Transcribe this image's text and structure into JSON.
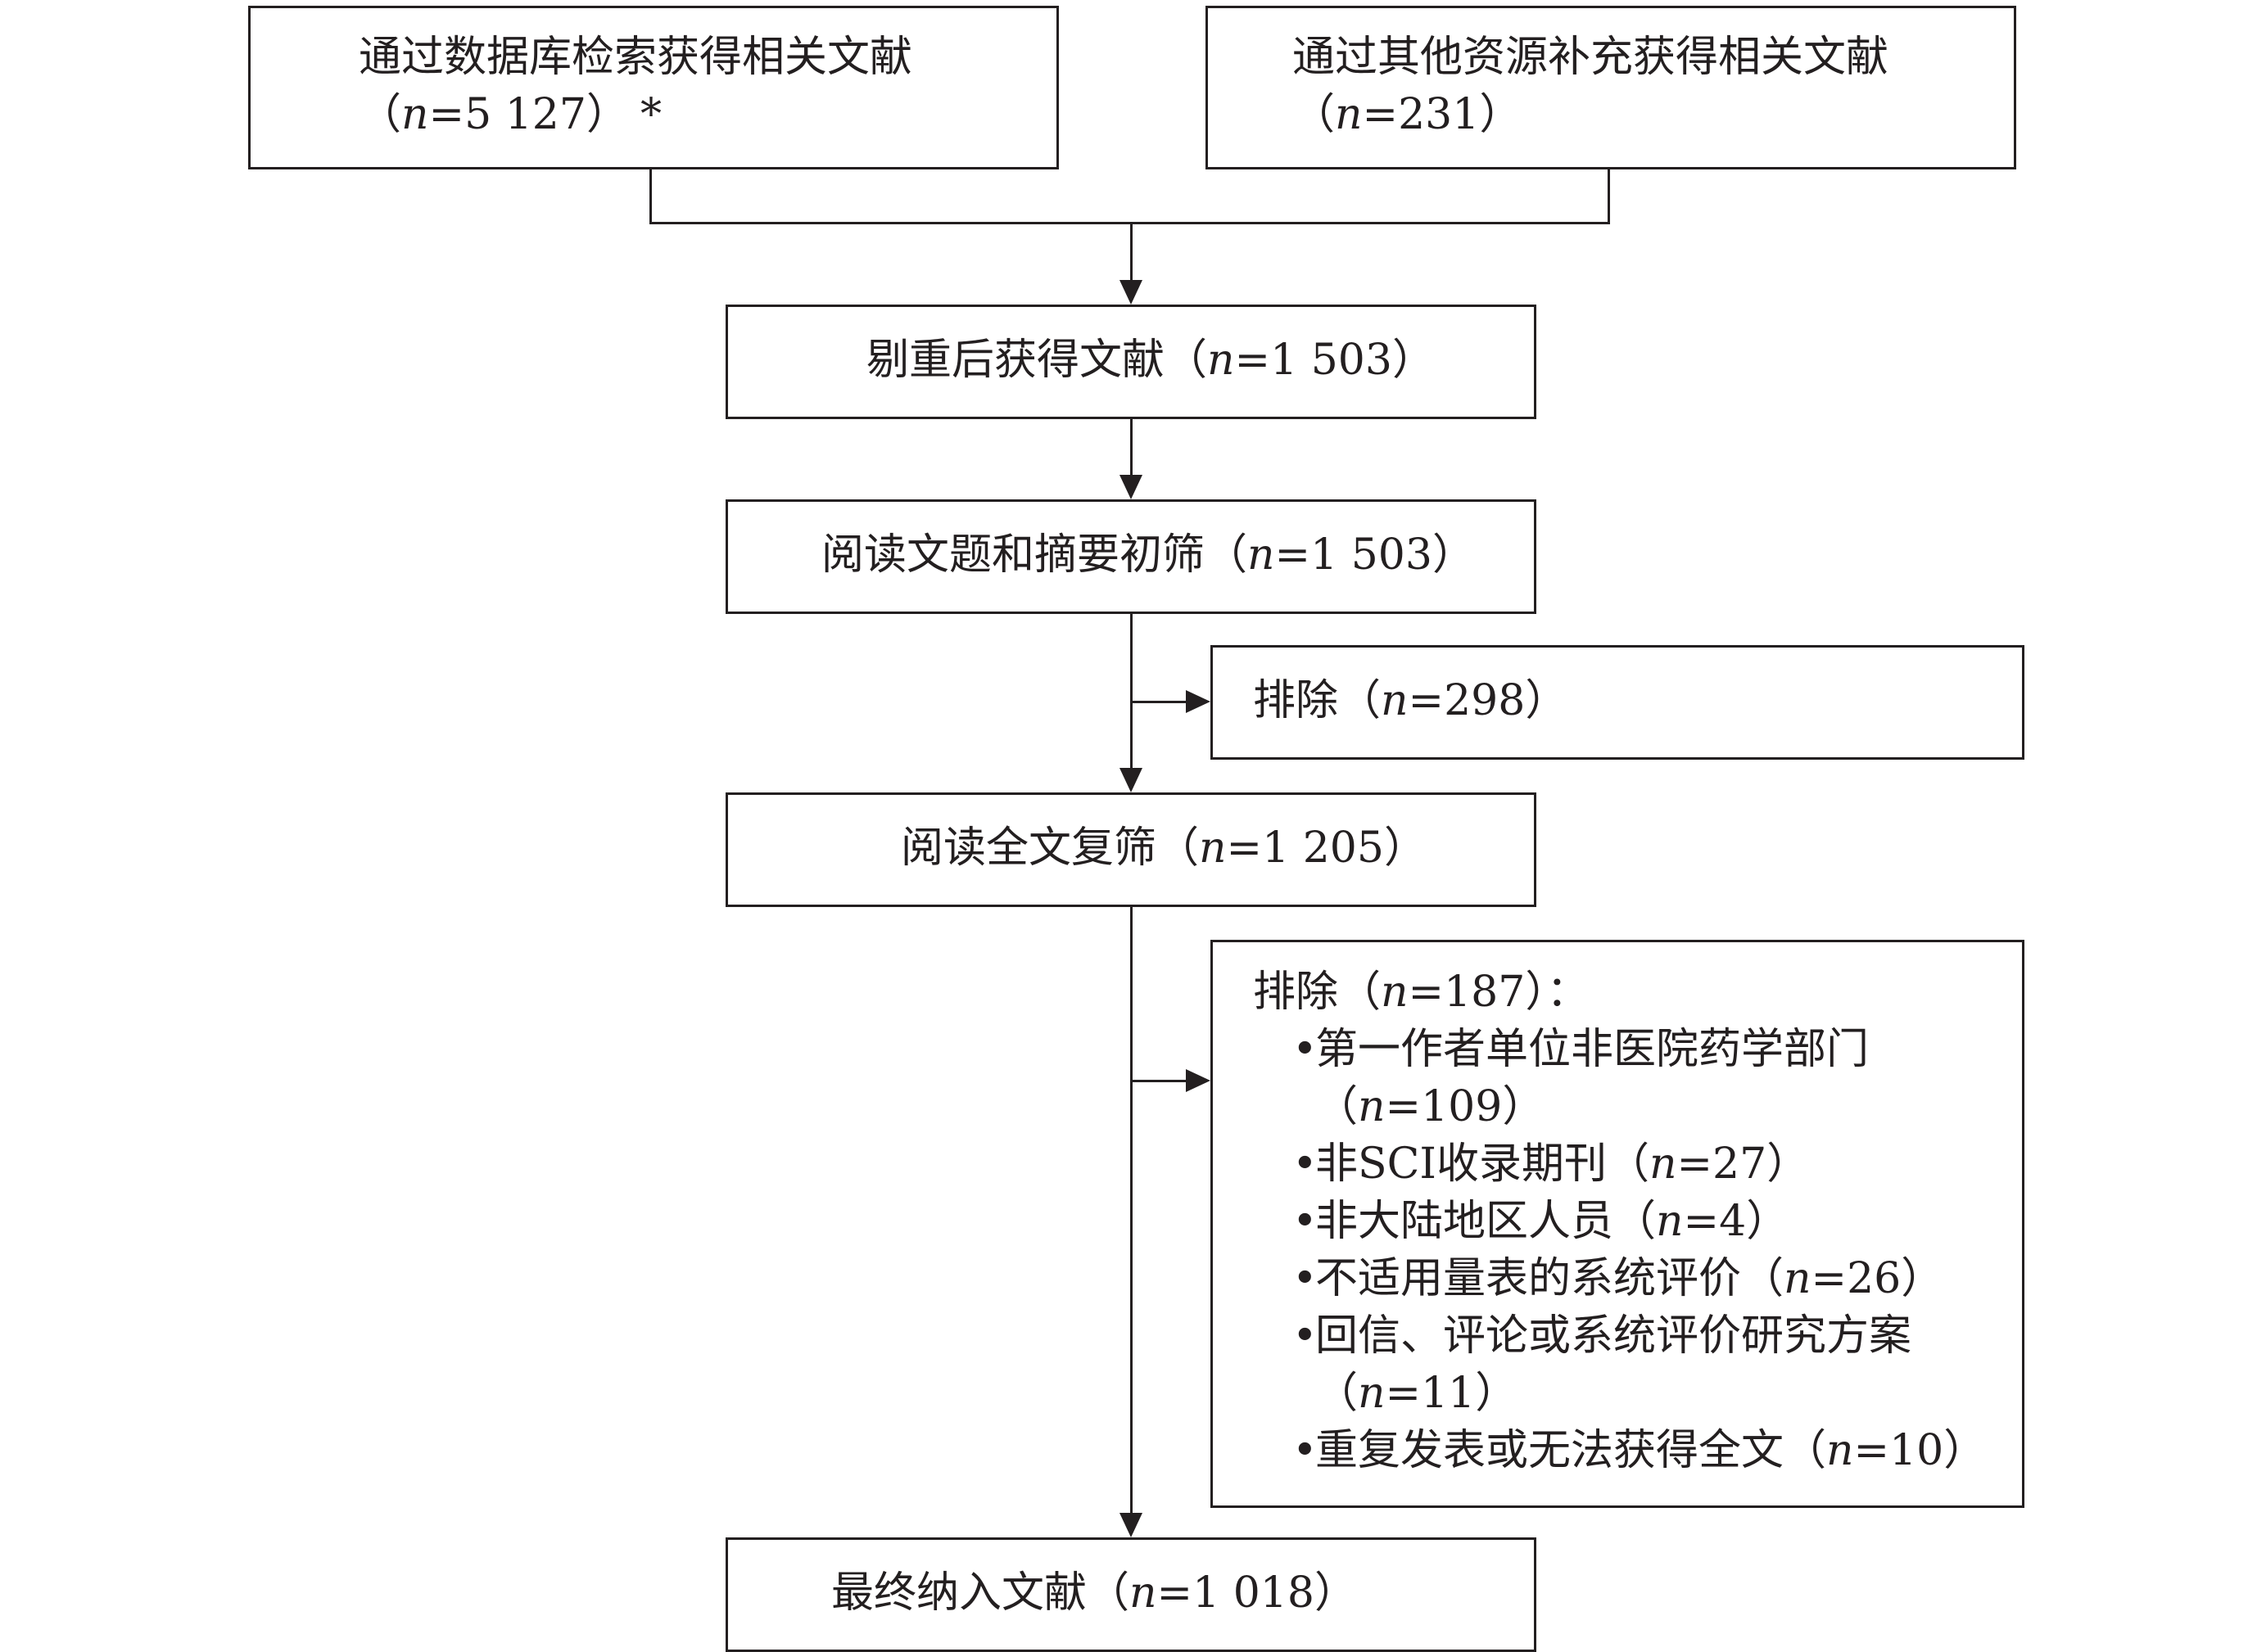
{
  "boxes": {
    "db_search": {
      "label": "通过数据库检索获得相关文献",
      "open": "（",
      "n": "n",
      "value": "=5 127",
      "close": "）",
      "note": "*"
    },
    "other_sources": {
      "label": "通过其他资源补充获得相关文献",
      "open": "（",
      "n": "n",
      "value": "=231",
      "close": "）"
    },
    "dedup": {
      "label": "剔重后获得文献",
      "open": "（",
      "n": "n",
      "value": "=1 503",
      "close": "）"
    },
    "title_abstract": {
      "label": "阅读文题和摘要初筛",
      "open": "（",
      "n": "n",
      "value": "=1 503",
      "close": "）"
    },
    "excluded_1": {
      "label": "排除",
      "open": "（",
      "n": "n",
      "value": "=298",
      "close": "）"
    },
    "fulltext": {
      "label": "阅读全文复筛",
      "open": "（",
      "n": "n",
      "value": "=1 205",
      "close": "）"
    },
    "excluded_2": {
      "label": "排除",
      "open": "（",
      "n": "n",
      "value": "=187",
      "close": "）：",
      "bullet": "•",
      "reasons": [
        {
          "text": "第一作者单位非医院药学部门",
          "open": "（",
          "n": "n",
          "value": "=109",
          "close": "）"
        },
        {
          "text": "非SCI收录期刊",
          "open": "（",
          "n": "n",
          "value": "=27",
          "close": "）"
        },
        {
          "text": "非大陆地区人员",
          "open": "（",
          "n": "n",
          "value": "=4",
          "close": "）"
        },
        {
          "text": "不适用量表的系统评价",
          "open": "（",
          "n": "n",
          "value": "=26",
          "close": "）"
        },
        {
          "text": "回信、评论或系统评价研究方案",
          "open": "（",
          "n": "n",
          "value": "=11",
          "close": "）"
        },
        {
          "text": "重复发表或无法获得全文",
          "open": "（",
          "n": "n",
          "value": "=10",
          "close": "）"
        }
      ]
    },
    "included": {
      "label": "最终纳入文献",
      "open": "（",
      "n": "n",
      "value": "=1 018",
      "close": "）"
    }
  }
}
